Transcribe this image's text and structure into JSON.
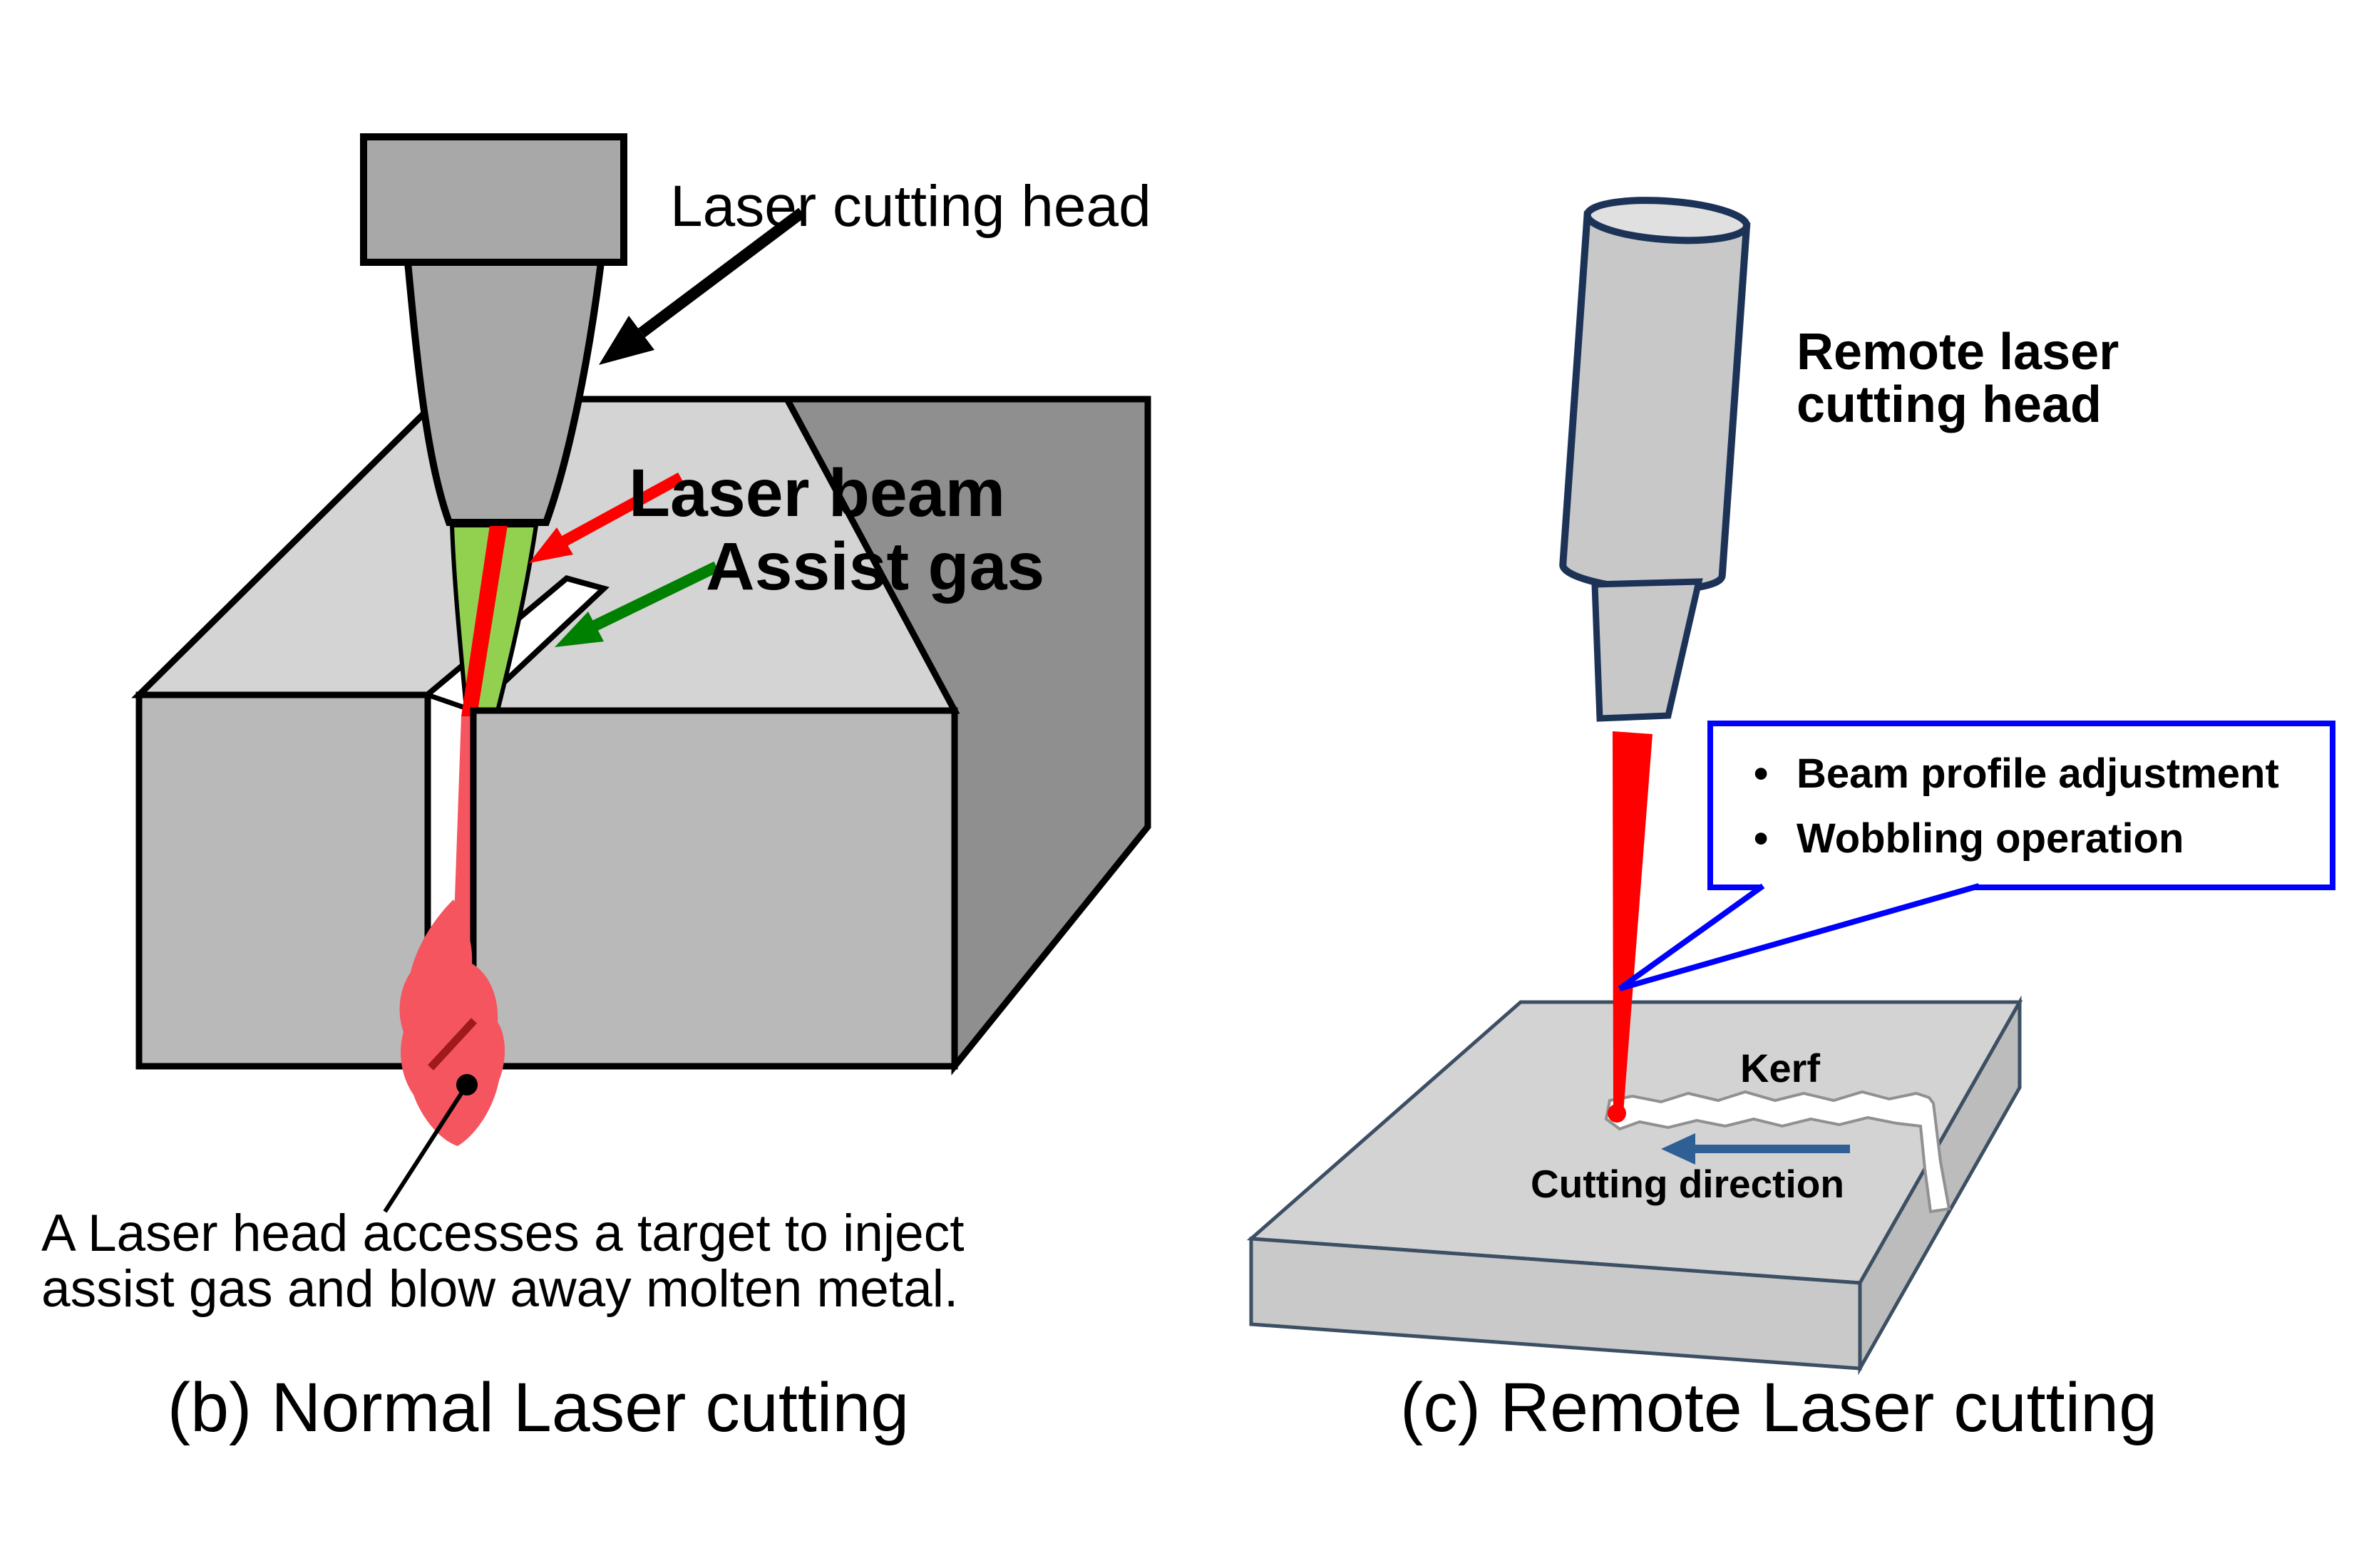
{
  "left_panel": {
    "head_label": "Laser cutting head",
    "beam_label": "Laser beam",
    "gas_label": "Assist gas",
    "description_line1": "A Laser head accesses a target to inject",
    "description_line2": "assist gas and blow away molten metal.",
    "caption": "(b) Normal Laser cutting"
  },
  "right_panel": {
    "head_label_line1": "Remote laser",
    "head_label_line2": "cutting head",
    "callout": {
      "bullet": "•",
      "item1": "Beam profile adjustment",
      "item2": "Wobbling operation"
    },
    "kerf_label": "Kerf",
    "cutting_direction_label": "Cutting direction",
    "caption": "(c) Remote Laser cutting"
  },
  "colors": {
    "laser_red": "#ff0000",
    "beam_label_red": "#ff0000",
    "assist_gas_green": "#92d050",
    "gas_label_green": "#008000",
    "molten_metal_red": "#f4555f",
    "melt_front_dark_red": "#a01a1a",
    "callout_border_blue": "#0000ff",
    "cutting_direction_blue": "#2e6096",
    "remote_head_outline_navy": "#1c3357"
  }
}
